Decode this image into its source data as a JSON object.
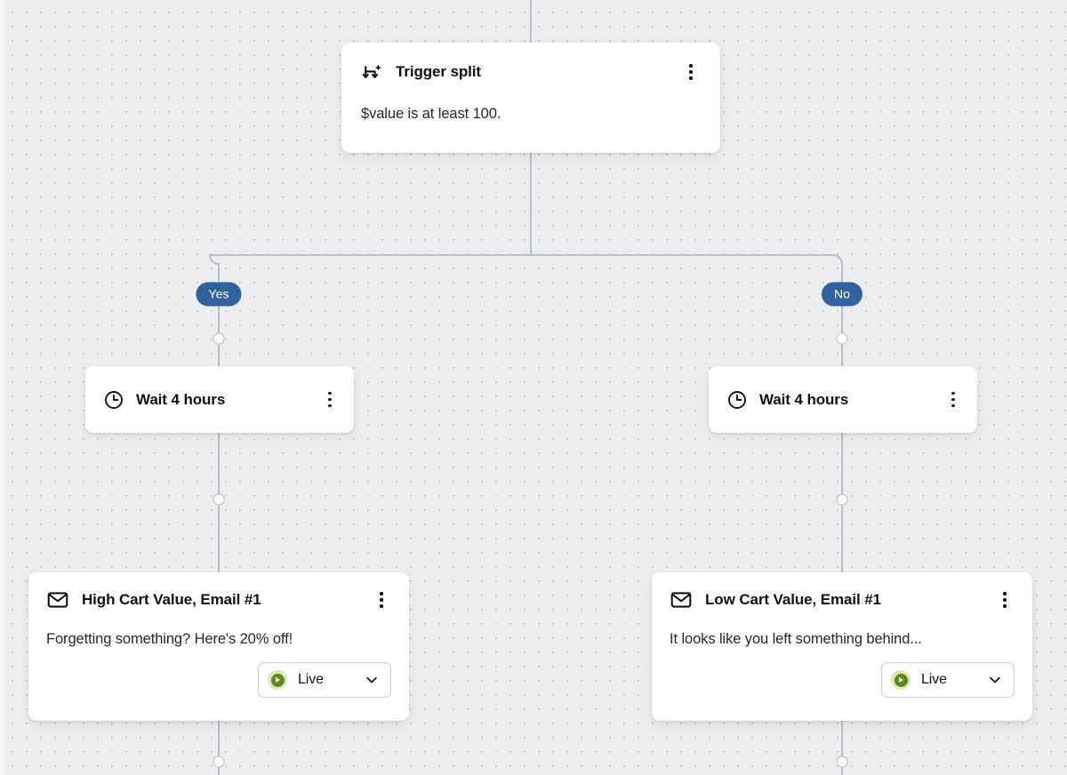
{
  "canvas": {
    "background_color": "#ebedef",
    "dot_color": "#c9ccd1"
  },
  "colors": {
    "branch_pill": "#30629f",
    "connector_line": "#b9bdc4",
    "status_live_core": "#5b8a1b",
    "status_live_halo": "#dbe8b8",
    "card_surface": "#ffffff",
    "text_primary": "#101114"
  },
  "nodes": {
    "trigger_split": {
      "icon": "split-branch-icon",
      "title": "Trigger split",
      "condition": "$value is at least 100.",
      "menu_icon": "kebab-menu-icon"
    },
    "wait_yes": {
      "icon": "clock-icon",
      "title": "Wait 4 hours",
      "menu_icon": "kebab-menu-icon"
    },
    "wait_no": {
      "icon": "clock-icon",
      "title": "Wait 4 hours",
      "menu_icon": "kebab-menu-icon"
    },
    "email_high": {
      "icon": "envelope-icon",
      "title": "High Cart Value, Email #1",
      "subject": "Forgetting something? Here's 20% off!",
      "menu_icon": "kebab-menu-icon",
      "status": {
        "label": "Live",
        "status_icon": "play-circle-icon",
        "caret_icon": "chevron-down-icon"
      }
    },
    "email_low": {
      "icon": "envelope-icon",
      "title": "Low Cart Value, Email #1",
      "subject": "It looks like you left something behind...",
      "menu_icon": "kebab-menu-icon",
      "status": {
        "label": "Live",
        "status_icon": "play-circle-icon",
        "caret_icon": "chevron-down-icon"
      }
    }
  },
  "branches": {
    "yes_label": "Yes",
    "no_label": "No"
  }
}
